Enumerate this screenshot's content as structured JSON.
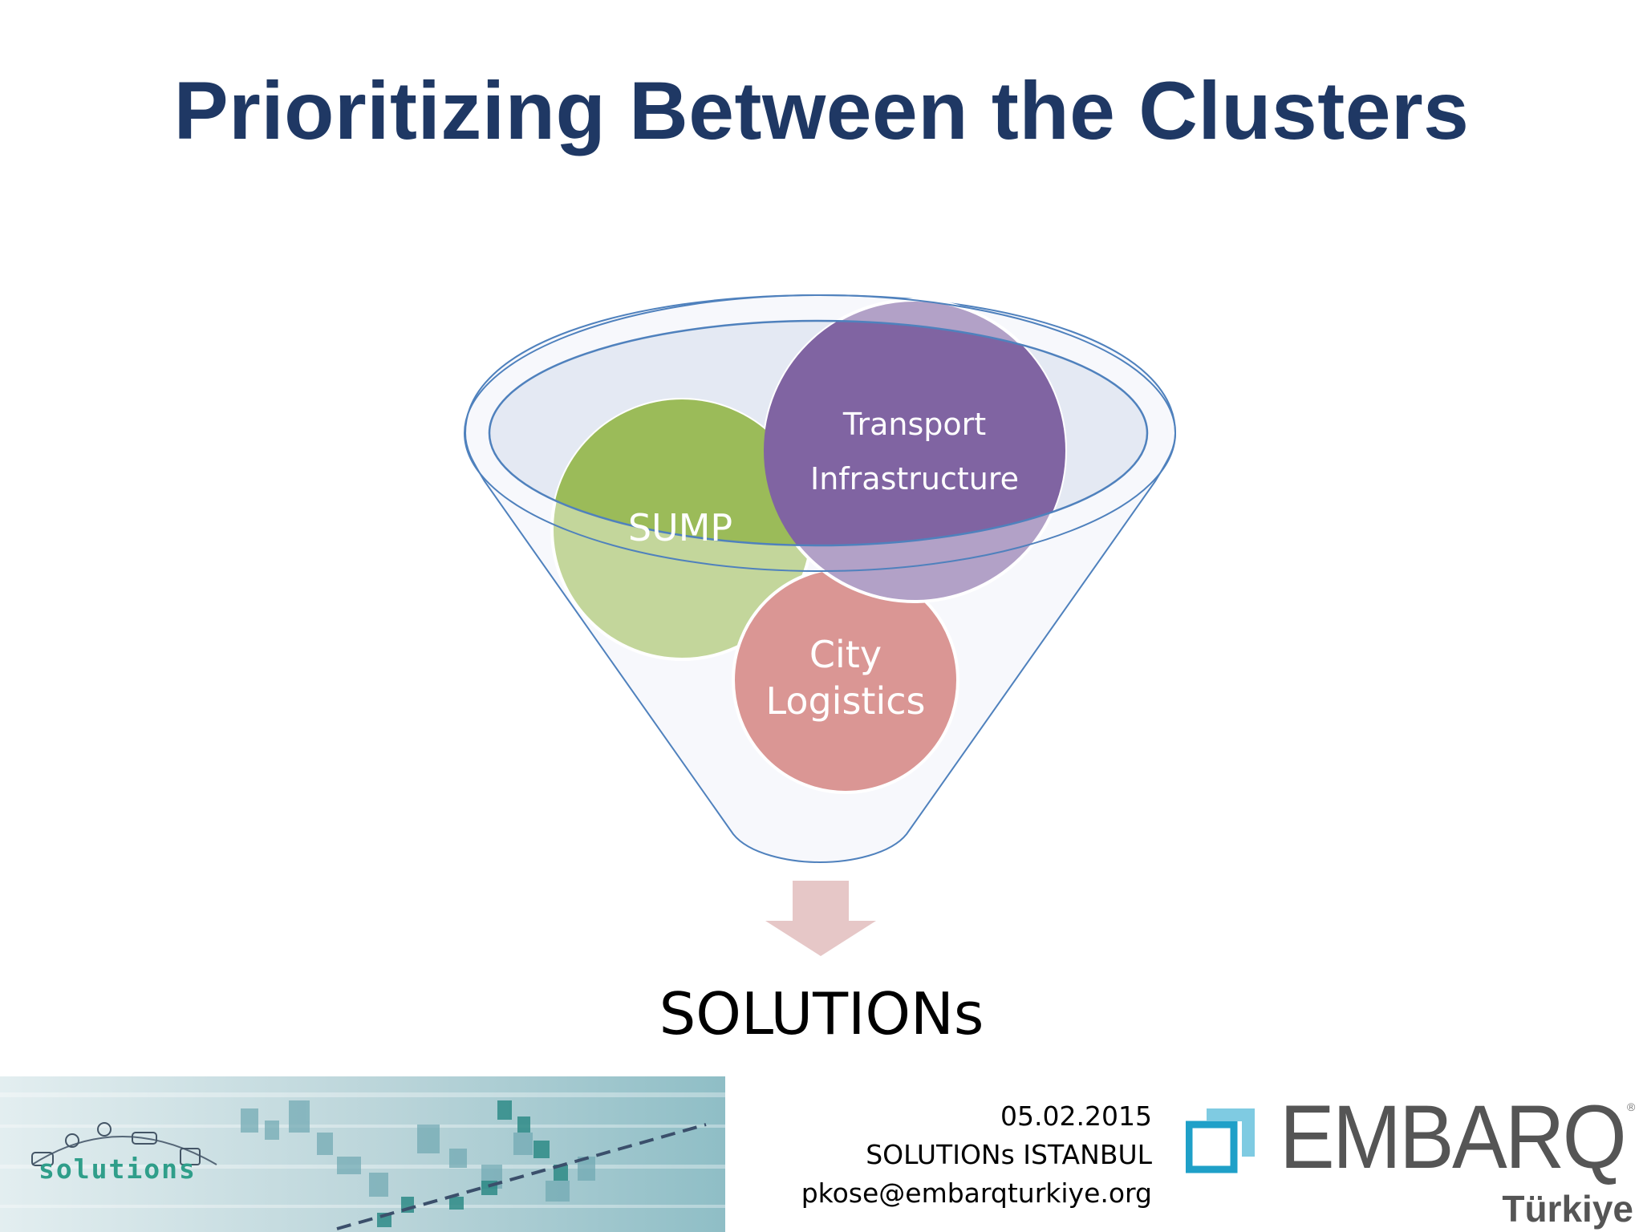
{
  "slide": {
    "title": "Prioritizing Between the Clusters",
    "outcome_label": "SOLUTIONs"
  },
  "clusters": [
    {
      "lines": [
        "SUMP"
      ],
      "color": "#9bbb59"
    },
    {
      "lines": [
        "Transport",
        "Infrastructure"
      ],
      "color": "#8064a2"
    },
    {
      "lines": [
        "City",
        "Logistics"
      ],
      "color": "#d99694"
    }
  ],
  "colors": {
    "title": "#1f3864",
    "funnel_outline": "#4f81bd",
    "funnel_fill": "#dce3f0",
    "arrow": "#e6c7c7"
  },
  "footer": {
    "date": "05.02.2015",
    "event": "SOLUTIONs ISTANBUL",
    "email": "pkose@embarqturkiye.org",
    "banner_logo_text": "solutions",
    "partner_logo_text": "EMBARQ",
    "partner_logo_subtext": "Türkiye"
  }
}
